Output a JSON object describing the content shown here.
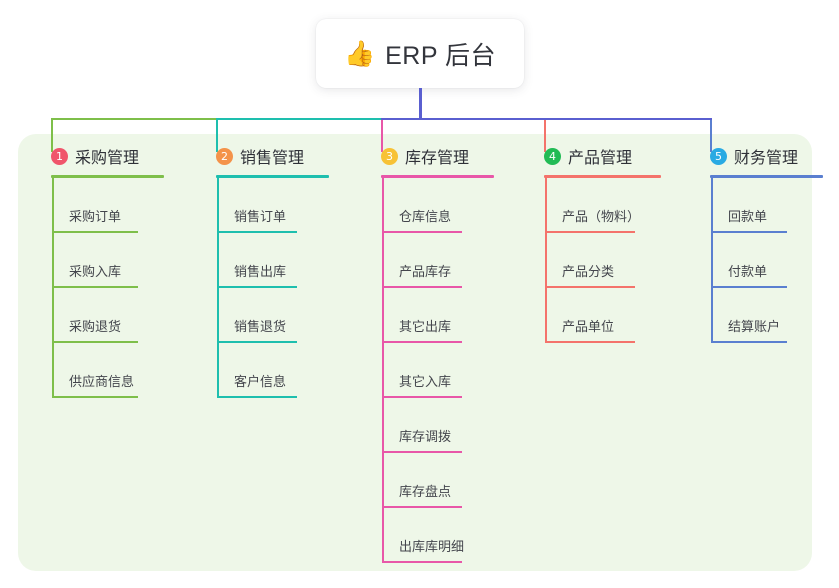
{
  "diagram": {
    "type": "mind-map",
    "root": {
      "emoji": "👍",
      "emoji_name": "thumbs-up-emoji",
      "title": "ERP 后台"
    },
    "panel_color": "#eef7e8",
    "bus_segments": [
      {
        "name": "bus-green",
        "color": "#7ebf4a"
      },
      {
        "name": "bus-teal",
        "color": "#1ebfae"
      },
      {
        "name": "bus-indigo",
        "color": "#5a5fd0"
      }
    ],
    "branches": [
      {
        "index": "1",
        "label": "采购管理",
        "badge_color": "#f0556b",
        "line_color": "#7ebf4a",
        "drop_color": "#7ebf4a",
        "items": [
          "采购订单",
          "采购入库",
          "采购退货",
          "供应商信息"
        ]
      },
      {
        "index": "2",
        "label": "销售管理",
        "badge_color": "#f4934a",
        "line_color": "#1ebfae",
        "drop_color": "#1ebfae",
        "items": [
          "销售订单",
          "销售出库",
          "销售退货",
          "客户信息"
        ]
      },
      {
        "index": "3",
        "label": "库存管理",
        "badge_color": "#f7c235",
        "line_color": "#e857a8",
        "drop_color": "#e857a8",
        "items": [
          "仓库信息",
          "产品库存",
          "其它出库",
          "其它入库",
          "库存调拨",
          "库存盘点",
          "出库库明细"
        ]
      },
      {
        "index": "4",
        "label": "产品管理",
        "badge_color": "#22bb55",
        "line_color": "#f4736b",
        "drop_color": "#f4736b",
        "items": [
          "产品（物料）",
          "产品分类",
          "产品单位"
        ]
      },
      {
        "index": "5",
        "label": "财务管理",
        "badge_color": "#29aae3",
        "line_color": "#5a7fd0",
        "drop_color": "#5a7fd0",
        "items": [
          "回款单",
          "付款单",
          "结算账户"
        ]
      }
    ]
  }
}
